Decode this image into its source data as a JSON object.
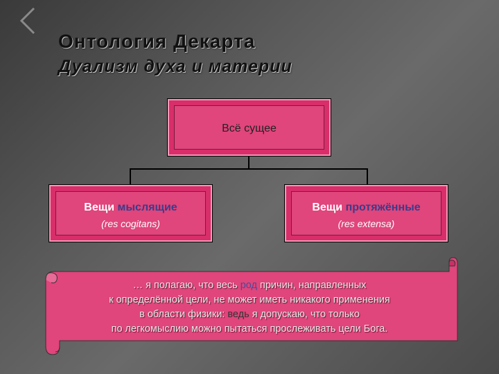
{
  "slide": {
    "title": "Онтология Декарта",
    "subtitle": "Дуализм духа и материи"
  },
  "tree": {
    "root": "Всё сущее",
    "left": {
      "word": "Вещи",
      "accent": "мыслящие",
      "latin": "(res cogitans)"
    },
    "right": {
      "word": "Вещи",
      "accent": "протяжённые",
      "latin": "(res extensa)"
    }
  },
  "quote": {
    "l1a": "… я полагаю, что весь ",
    "l1b": "род",
    "l1c": " причин, направленных",
    "l2": "к определённой цели, не может иметь никакого применения",
    "l3a": "в области физики: ",
    "l3b": "ведь",
    "l3c": " я допускаю, что только",
    "l4": "по легкомыслию можно пытаться прослеживать цели Бога."
  },
  "colors": {
    "box_fill": "#e0457b",
    "accent_text": "#3b3c8a",
    "scroll_fill": "#e0457b"
  },
  "icons": {
    "corner": "chevron-bracket-icon"
  }
}
